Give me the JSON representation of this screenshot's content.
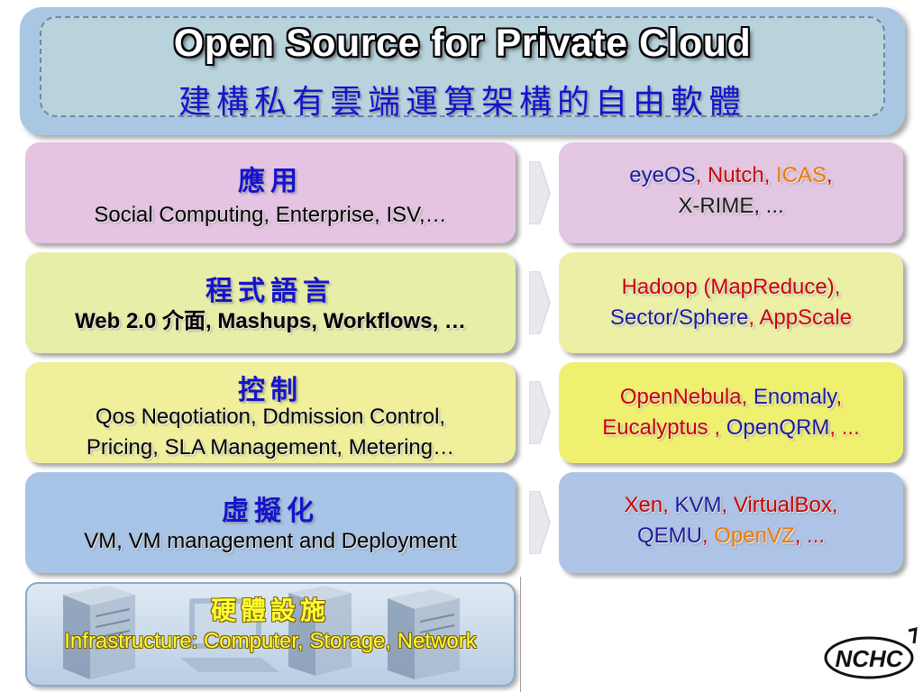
{
  "title": {
    "en": "Open Source for Private Cloud",
    "zh": "建構私有雲端運算架構的自由軟體"
  },
  "layers": [
    {
      "id": "application",
      "title": "應用",
      "lines": [
        "Social Computing, Enterprise, ISV,…"
      ],
      "projects": [
        [
          {
            "text": "eyeOS",
            "color": "navy"
          },
          {
            "text": ", ",
            "color": "red"
          },
          {
            "text": "Nutch",
            "color": "red"
          },
          {
            "text": ", ",
            "color": "red"
          },
          {
            "text": "ICAS",
            "color": "orange"
          },
          {
            "text": ",",
            "color": "red"
          }
        ],
        [
          {
            "text": "X-RIME",
            "color": "blk"
          },
          {
            "text": ", ...",
            "color": "blk"
          }
        ]
      ]
    },
    {
      "id": "programming-language",
      "title": "程式語言",
      "lines": [
        "Web 2.0 介面, Mashups, Workflows, …"
      ],
      "projects": [
        [
          {
            "text": "Hadoop (MapReduce)",
            "color": "red"
          },
          {
            "text": ",",
            "color": "red"
          }
        ],
        [
          {
            "text": "Sector/Sphere",
            "color": "navy"
          },
          {
            "text": ", ",
            "color": "red"
          },
          {
            "text": "AppScale",
            "color": "red"
          }
        ]
      ]
    },
    {
      "id": "control",
      "title": "控制",
      "lines": [
        "Qos Neqotiation, Ddmission Control,",
        "Pricing, SLA Management, Metering…"
      ],
      "projects": [
        [
          {
            "text": "OpenNebula",
            "color": "red"
          },
          {
            "text": ", ",
            "color": "red"
          },
          {
            "text": "Enomaly",
            "color": "navy"
          },
          {
            "text": ",",
            "color": "red"
          }
        ],
        [
          {
            "text": "Eucalyptus",
            "color": "red"
          },
          {
            "text": " , ",
            "color": "red"
          },
          {
            "text": "OpenQRM",
            "color": "navy"
          },
          {
            "text": ", ...",
            "color": "red"
          }
        ]
      ]
    },
    {
      "id": "virtualization",
      "title": "虛擬化",
      "lines": [
        "VM, VM management and Deployment"
      ],
      "projects": [
        [
          {
            "text": "Xen",
            "color": "red"
          },
          {
            "text": ", ",
            "color": "red"
          },
          {
            "text": "KVM",
            "color": "navy"
          },
          {
            "text": ", ",
            "color": "red"
          },
          {
            "text": "VirtualBox",
            "color": "red"
          },
          {
            "text": ",",
            "color": "red"
          }
        ],
        [
          {
            "text": "QEMU",
            "color": "navy"
          },
          {
            "text": ", ",
            "color": "red"
          },
          {
            "text": "OpenVZ",
            "color": "orange"
          },
          {
            "text": ", ...",
            "color": "red"
          }
        ]
      ]
    }
  ],
  "hardware": {
    "title": "硬體設施",
    "text": "Infrastructure: Computer, Storage, Network"
  },
  "logo": {
    "text": "NCHC",
    "icon": "nchc-logo"
  },
  "colors": {
    "pink": "#e4c4e2",
    "yellow": "#e8eea8",
    "yellow_green": "#f0f09c",
    "blue": "#a8c4e6",
    "accent_blue": "#1414cc",
    "red": "#cc0000",
    "navy": "#1a1aa0",
    "orange": "#f07800"
  }
}
